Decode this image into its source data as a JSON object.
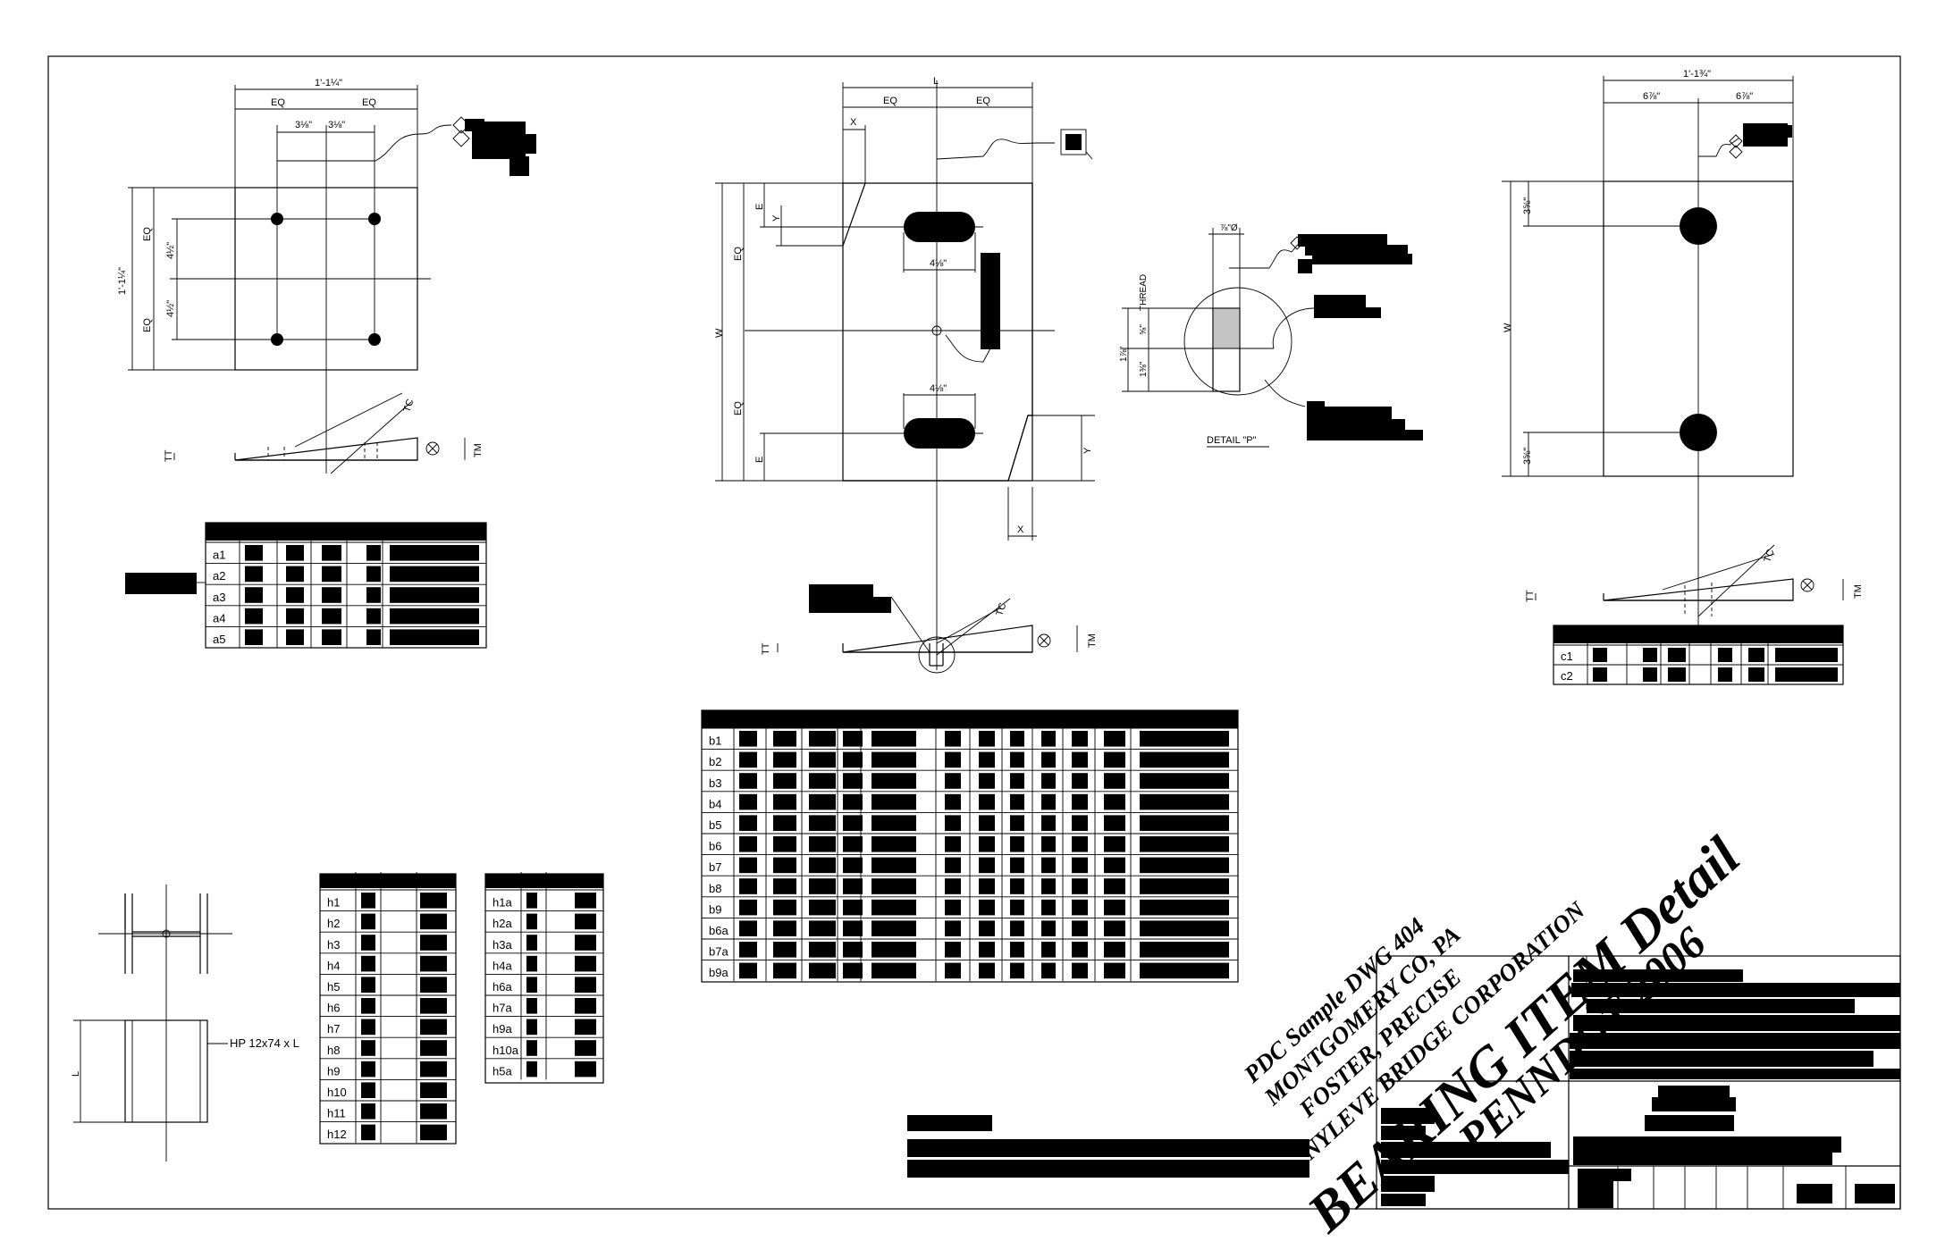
{
  "dims": {
    "a_total": "1'-1¼\"",
    "eq": "EQ",
    "a_half_x": "3⅛\"",
    "a_half_y": "4½\"",
    "a_total_v": "1'-1¼\"",
    "b_L": "L",
    "b_X": "X",
    "b_E": "E",
    "b_Y": "Y",
    "b_W": "W",
    "b_slot": "4⅛\"",
    "tt": "TT",
    "tc": "TC",
    "tm": "TM",
    "c_total": "1'-1¾\"",
    "c_half": "6⅞\"",
    "c_edge": "3⅝\"",
    "c_W": "W",
    "thread": "THREAD",
    "p_dia": "⅞\"Ø",
    "p_a": "⅝\"",
    "p_b": "1⅞\"",
    "p_c": "1⅜\""
  },
  "detail_label": "DETAIL \"P\"",
  "pile_label": "HP 12x74 x L",
  "pile_L": "L",
  "table_a": {
    "rows": [
      "a1",
      "a2",
      "a3",
      "a4",
      "a5"
    ]
  },
  "table_b": {
    "rows": [
      "b1",
      "b2",
      "b3",
      "b4",
      "b5",
      "b6",
      "b7",
      "b8",
      "b9",
      "b6a",
      "b7a",
      "b9a"
    ]
  },
  "table_c": {
    "rows": [
      "c1",
      "c2"
    ]
  },
  "table_h": {
    "rows": [
      "h1",
      "h2",
      "h3",
      "h4",
      "h5",
      "h6",
      "h7",
      "h8",
      "h9",
      "h10",
      "h11",
      "h12"
    ]
  },
  "table_ha": {
    "rows": [
      "h1a",
      "h2a",
      "h3a",
      "h4a",
      "h6a",
      "h7a",
      "h9a",
      "h10a",
      "h5a"
    ]
  },
  "stamp": {
    "line1": "PDC Sample DWG 404",
    "line2": "MONTGOMERY CO, PA",
    "line3": "FOSTER, PRECISE",
    "line4": "NYLEVE BRIDGE CORPORATION",
    "line5": "BEARING ITEM Detail",
    "line6": "PENNDOT 2006"
  }
}
